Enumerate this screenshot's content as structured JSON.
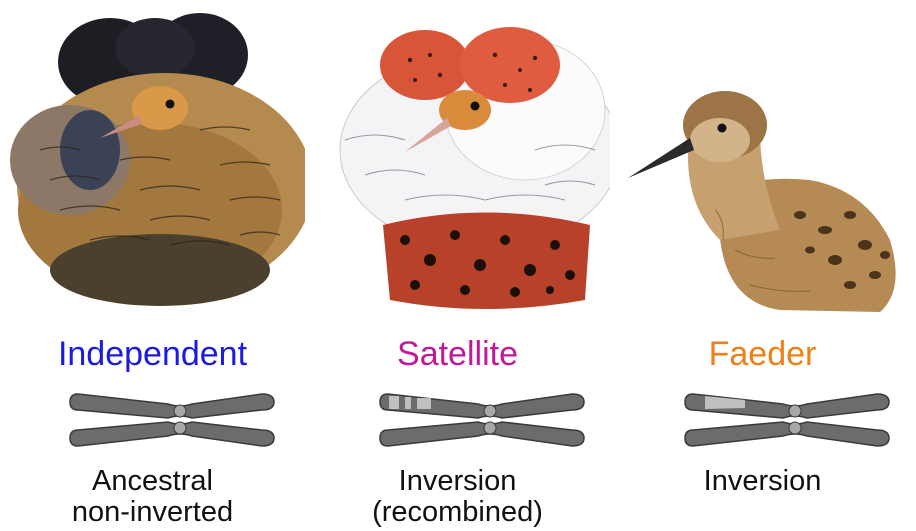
{
  "morphs": [
    {
      "name": "Independent",
      "color": "#1a1ae0",
      "description": [
        "Ancestral",
        "non-inverted"
      ],
      "bird_icon": "independent-ruff-illustration",
      "chromosome": "no-inversion"
    },
    {
      "name": "Satellite",
      "color": "#c1189a",
      "description": [
        "Inversion",
        "(recombined)"
      ],
      "bird_icon": "satellite-ruff-illustration",
      "chromosome": "recombined-inversion"
    },
    {
      "name": "Faeder",
      "color": "#f07f17",
      "description": [
        "Inversion"
      ],
      "bird_icon": "faeder-ruff-illustration",
      "chromosome": "inversion"
    }
  ]
}
